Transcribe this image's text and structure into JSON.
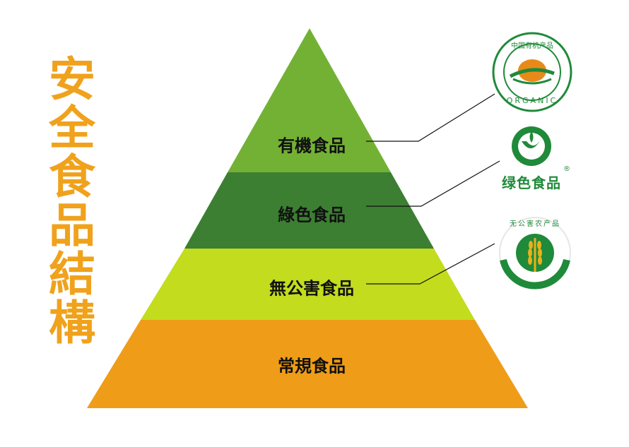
{
  "title_chars": [
    "安",
    "全",
    "食",
    "品",
    "結",
    "構"
  ],
  "tiers": [
    {
      "label": "有機食品",
      "color": "#73b135"
    },
    {
      "label": "綠色食品",
      "color": "#3c7f32"
    },
    {
      "label": "無公害食品",
      "color": "#c3dc1e"
    },
    {
      "label": "常規食品",
      "color": "#ef9c18"
    }
  ],
  "logos": {
    "organic": {
      "top_text": "中国有机产品",
      "bottom_text": "ORGANIC",
      "ring_color": "#1f8a3a",
      "accent_color": "#e88a1a"
    },
    "green_food": {
      "text": "绿色食品",
      "mark": "®",
      "color": "#1f8a3a"
    },
    "pollution_free": {
      "text": "无公害农产品",
      "color": "#1f8a3a",
      "wheat_color": "#e8b21c"
    }
  },
  "colors": {
    "title": "#f0a21c",
    "line": "#111111"
  }
}
